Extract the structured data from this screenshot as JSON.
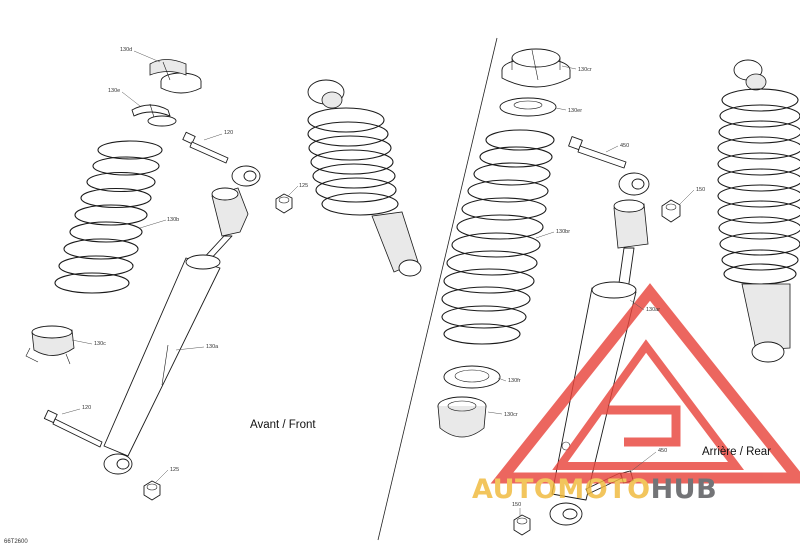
{
  "diagram": {
    "sections": {
      "front": "Avant / Front",
      "rear": "Arrière / Rear"
    },
    "doc_code": "66T2600",
    "part_labels": {
      "p130d": "130d",
      "p130e": "130e",
      "p120_top": "120",
      "p125_top": "125",
      "p130b": "130b",
      "p130c": "130c",
      "p130a": "130a",
      "p120_bottom": "120",
      "p125_bottom": "125",
      "p130cr": "130cr",
      "p130er": "130er",
      "p450_top": "450",
      "p150_top": "150",
      "p130br": "130br",
      "p130ar": "130ar",
      "p130fr": "130fr",
      "p130cr_bottom": "130cr",
      "p450_bottom": "450",
      "p150_bottom": "150"
    }
  },
  "watermark": {
    "word_part1": "AUTOMOTO",
    "word_part2": "HUB",
    "color_primary": "#e8453c",
    "color_secondary": "#f0b93a",
    "color_dark": "#55565a"
  }
}
